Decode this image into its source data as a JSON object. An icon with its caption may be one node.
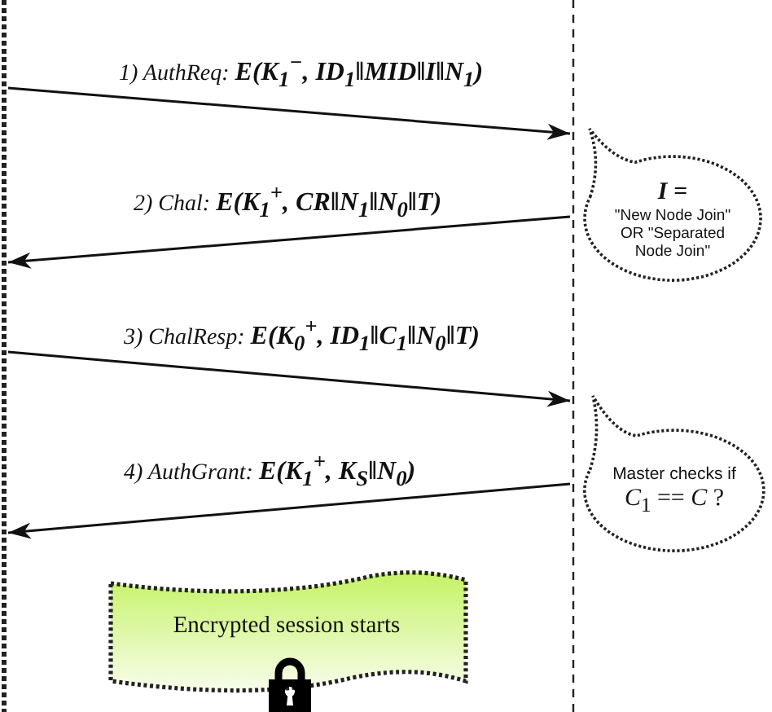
{
  "diagram": {
    "nodes": [
      {
        "text": [],
        "shape": "line"
      },
      {
        "text": [],
        "shape": "line"
      },
      {
        "text": [
          "*I* =",
          "\"New Node Join\" OR \"Separated Node Join\""
        ]
      },
      {
        "text": [
          "Master checks if",
          "*C*$_{1}$ == *C* ?"
        ]
      },
      {
        "text": [
          "Encrypted session starts"
        ]
      }
    ],
    "edges": [
      {
        "from": 0,
        "to": 1,
        "arrow": "to",
        "label": "1) AuthReq: **E(K$_{1}$$^{−}$, ID$_{1}$‖MID‖I‖N$_{1}$)**"
      },
      {
        "from": 1,
        "to": 0,
        "arrow": "to",
        "label": "2) Chal: **E(K$_{1}$$^{+}$, CR‖N$_{1}$‖N$_{0}$‖T)**"
      },
      {
        "from": 0,
        "to": 1,
        "arrow": "to",
        "label": "3) ChalResp: **E(K$_{0}$$^{+}$, ID$_{1}$‖C$_{1}$‖N$_{0}$‖T)**"
      },
      {
        "from": 1,
        "to": 0,
        "arrow": "to",
        "label": "4) AuthGrant: **E(K$_{1}$$^{+}$, K$_{S}$‖N$_{0}$)**"
      }
    ]
  }
}
